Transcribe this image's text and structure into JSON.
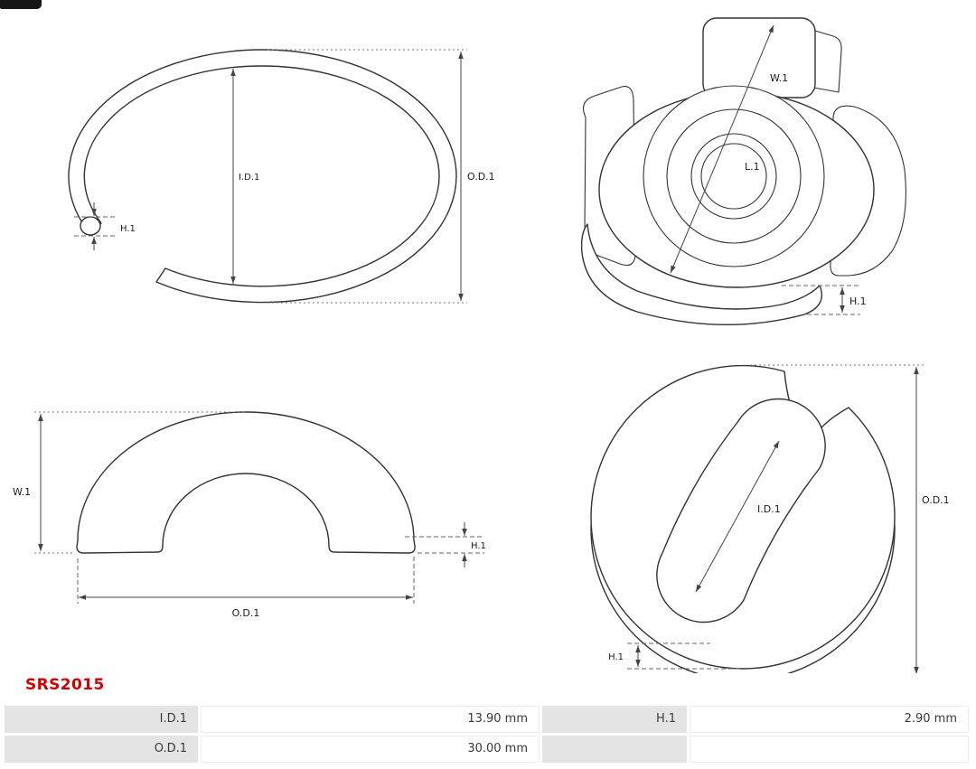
{
  "part": {
    "number": "SRS2015"
  },
  "colors": {
    "part_number": "#cc0000",
    "line": "#333333",
    "dimension": "#444444",
    "table_label_bg": "#e4e4e4",
    "table_value_bg": "#ffffff"
  },
  "drawings": {
    "ring_front": {
      "inner_diameter_label": "I.D.1",
      "outer_diameter_label": "O.D.1",
      "height_label": "H.1"
    },
    "clip_top": {
      "width_label": "W.1",
      "length_label": "L.1",
      "height_label": "H.1"
    },
    "ring_side": {
      "width_label": "W.1",
      "height_label": "H.1",
      "outer_diameter_label": "O.D.1"
    },
    "eclip_view": {
      "inner_diameter_label": "I.D.1",
      "outer_diameter_label": "O.D.1",
      "height_label": "H.1"
    }
  },
  "spec_table": {
    "rows": [
      {
        "cells": [
          {
            "label": "I.D.1",
            "value": "13.90 mm"
          },
          {
            "label": "H.1",
            "value": "2.90 mm"
          }
        ]
      },
      {
        "cells": [
          {
            "label": "O.D.1",
            "value": "30.00 mm"
          },
          {
            "label": "",
            "value": ""
          }
        ]
      }
    ]
  }
}
